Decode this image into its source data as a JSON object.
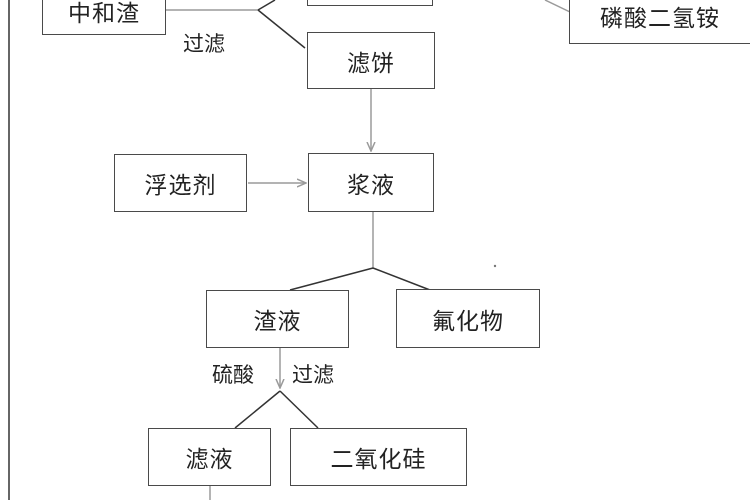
{
  "diagram": {
    "nodes": {
      "neutralization_residue": "中和渣",
      "ammonium_dihydrogen_phosphate": "磷酸二氢铵",
      "filter_cake": "滤饼",
      "flotation_agent": "浮选剂",
      "slurry": "浆液",
      "residue_liquid": "渣液",
      "fluoride": "氟化物",
      "filtrate": "滤液",
      "silicon_dioxide": "二氧化硅"
    },
    "labels": {
      "filter_1": "过滤",
      "sulfuric_acid": "硫酸",
      "filter_2": "过滤"
    },
    "colors": {
      "line": "#333333",
      "arrow": "#9a9a9a",
      "box_border": "#4a4a4a"
    }
  }
}
